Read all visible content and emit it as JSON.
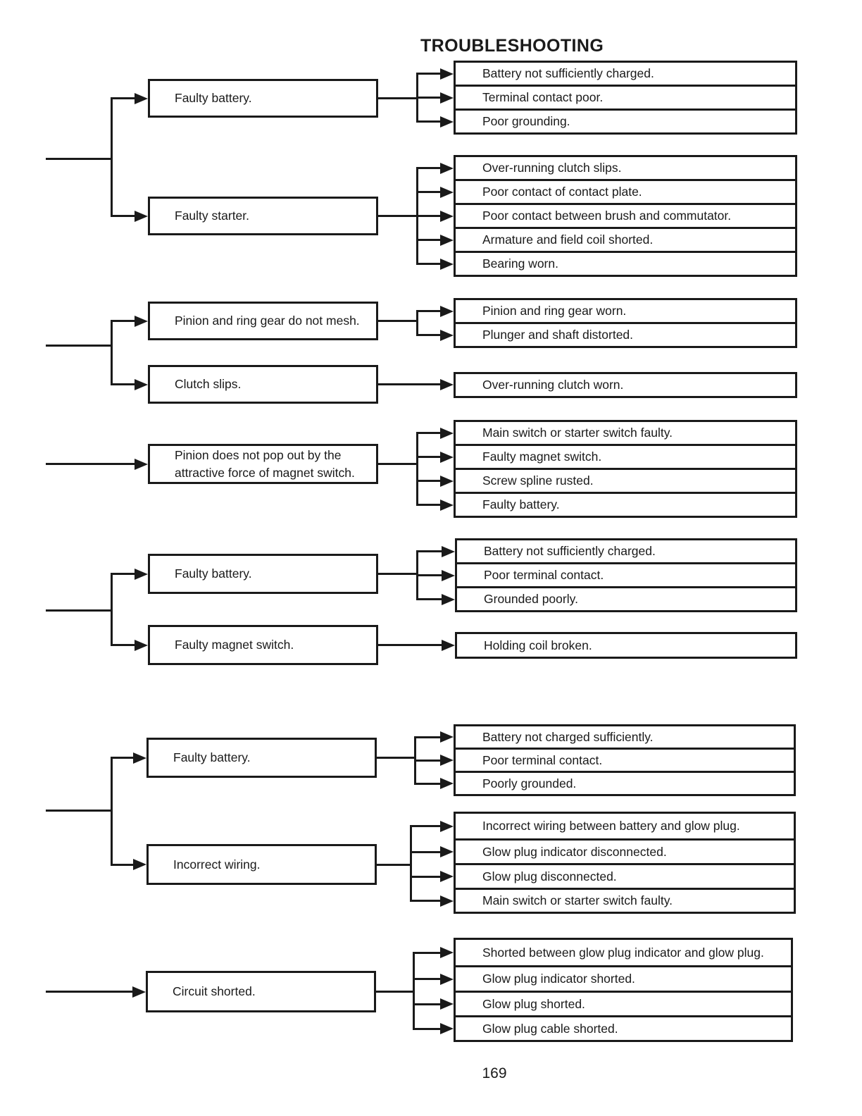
{
  "title": "TROUBLESHOOTING",
  "page_number": "169",
  "colors": {
    "ink": "#1a1a1a",
    "paper": "#ffffff"
  },
  "groups": [
    {
      "sources": [
        {
          "label": "Faulty battery.",
          "causes": [
            "Battery not sufficiently charged.",
            "Terminal contact poor.",
            "Poor grounding."
          ]
        },
        {
          "label": "Faulty starter.",
          "causes": [
            "Over-running clutch slips.",
            "Poor contact of contact plate.",
            "Poor contact between brush and commutator.",
            "Armature and field coil shorted.",
            "Bearing worn."
          ]
        }
      ]
    },
    {
      "sources": [
        {
          "label": "Pinion and ring gear do not mesh.",
          "causes": [
            "Pinion and ring gear worn.",
            "Plunger and shaft distorted."
          ]
        },
        {
          "label": "Clutch slips.",
          "causes": [
            "Over-running clutch worn."
          ]
        }
      ]
    },
    {
      "sources": [
        {
          "label": "Pinion does not pop out by the\nattractive force of magnet switch.",
          "causes": [
            "Main switch or starter switch faulty.",
            "Faulty magnet switch.",
            "Screw spline rusted.",
            "Faulty battery."
          ]
        }
      ]
    },
    {
      "sources": [
        {
          "label": "Faulty battery.",
          "causes": [
            "Battery not sufficiently charged.",
            "Poor terminal contact.",
            "Grounded poorly."
          ]
        },
        {
          "label": "Faulty magnet switch.",
          "causes": [
            "Holding coil broken."
          ]
        }
      ]
    },
    {
      "sources": [
        {
          "label": "Faulty battery.",
          "causes": [
            "Battery not charged sufficiently.",
            "Poor terminal contact.",
            "Poorly grounded."
          ]
        },
        {
          "label": "Incorrect wiring.",
          "causes": [
            "Incorrect wiring between battery and glow plug.",
            "Glow plug indicator disconnected.",
            "Glow plug disconnected.",
            "Main switch or starter switch faulty."
          ]
        }
      ]
    },
    {
      "sources": [
        {
          "label": "Circuit shorted.",
          "causes": [
            "Shorted between glow plug indicator and glow plug.",
            "Glow plug indicator shorted.",
            "Glow plug shorted.",
            "Glow plug cable shorted."
          ]
        }
      ]
    }
  ]
}
